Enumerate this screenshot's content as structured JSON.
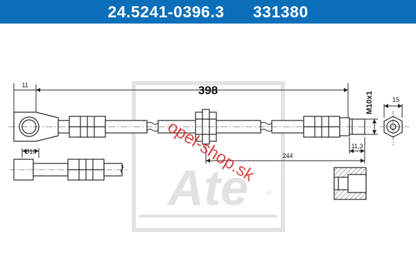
{
  "header": {
    "part_number": "24.5241-0396.3",
    "ref_number": "331380",
    "background": "#0a6fb8",
    "text_color": "#ffffff"
  },
  "dimensions": {
    "overall_length": "398",
    "flange_offset": "11",
    "eye_diameter": "Ø10",
    "thread": "M10x1",
    "fitting_length": "11,3",
    "clip_distance": "244",
    "hex_size": "15"
  },
  "watermark": {
    "text": "opel-shop.sk",
    "color": "#d22a2a"
  },
  "logo": {
    "text": "Ate",
    "registered": "®"
  },
  "colors": {
    "line": "#222222",
    "hatch": "#555555"
  }
}
